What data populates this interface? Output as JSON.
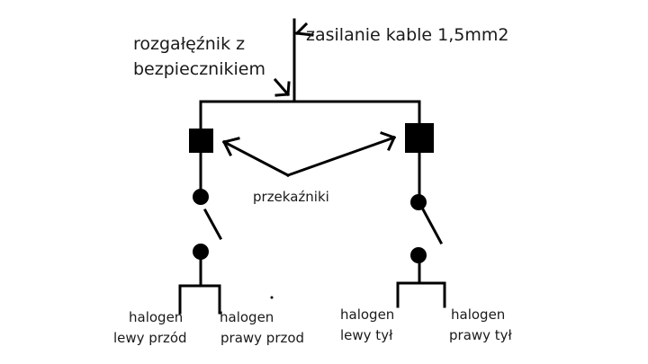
{
  "labels": {
    "supply": "zasilanie kable 1,5mm2",
    "splitter_line1": "rozgałęźnik z",
    "splitter_line2": "bezpiecznikiem",
    "relays": "przekaźniki",
    "front_left_1": "halogen",
    "front_left_2": "lewy przód",
    "front_right_1": "halogen",
    "front_right_2": "prawy przod",
    "rear_left_1": "halogen",
    "rear_left_2": "lewy tył",
    "rear_right_1": "halogen",
    "rear_right_2": "prawy tył"
  }
}
